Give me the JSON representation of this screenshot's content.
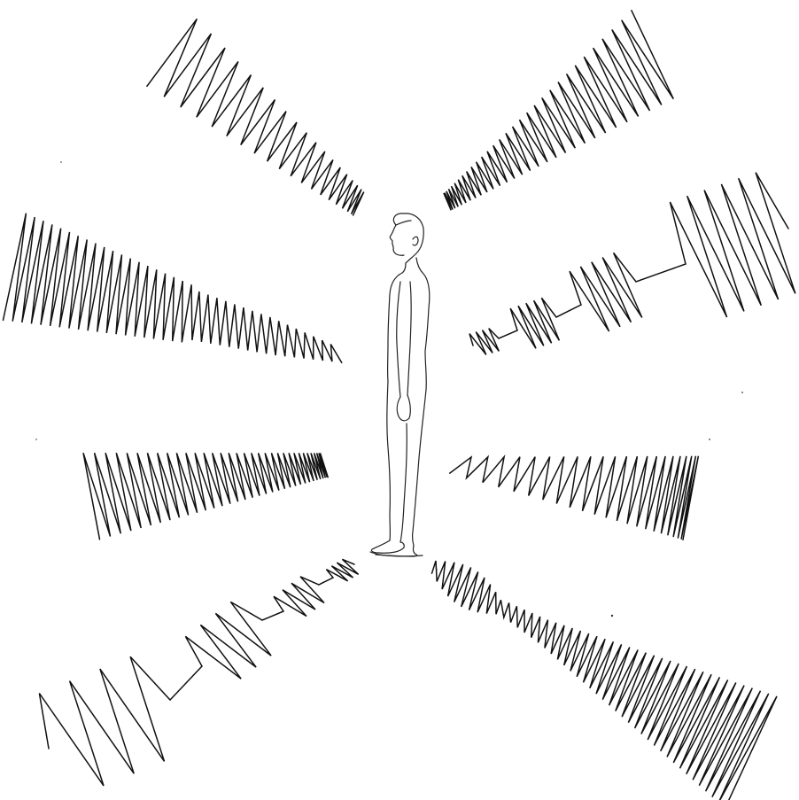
{
  "colors": {
    "ink": "#111111",
    "paper": "#ffffff"
  },
  "illustration": {
    "figure": "standing-human-figure",
    "waveforms": [
      {
        "name": "upper-left",
        "pattern": "chirp"
      },
      {
        "name": "upper-right",
        "pattern": "chirp"
      },
      {
        "name": "middle-left",
        "pattern": "amplitude-decay"
      },
      {
        "name": "middle-right",
        "pattern": "stepped-bursts"
      },
      {
        "name": "lower-left",
        "pattern": "chirp"
      },
      {
        "name": "lower-right",
        "pattern": "chirp"
      },
      {
        "name": "bottom-left",
        "pattern": "stepped-bursts"
      },
      {
        "name": "bottom-right",
        "pattern": "amplitude-swell"
      }
    ]
  }
}
